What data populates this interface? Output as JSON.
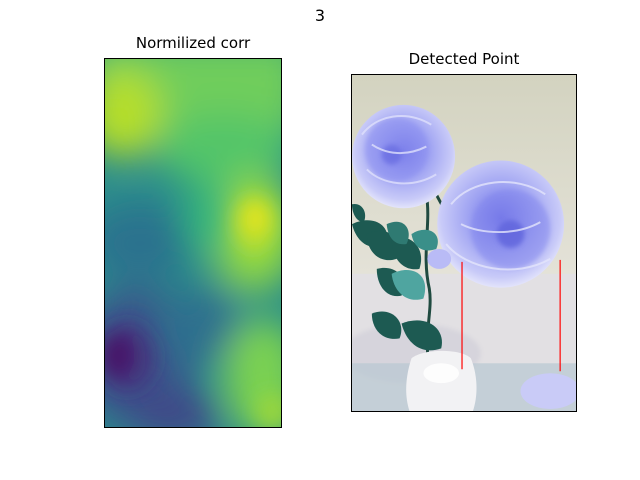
{
  "figure": {
    "suptitle": "3"
  },
  "chart_data": [
    {
      "type": "heatmap",
      "title": "Normilized corr",
      "colormap": "viridis",
      "axes": "off"
    },
    {
      "type": "image",
      "title": "Detected Point",
      "axes": "off",
      "overlay_color": "#ff0000"
    }
  ]
}
